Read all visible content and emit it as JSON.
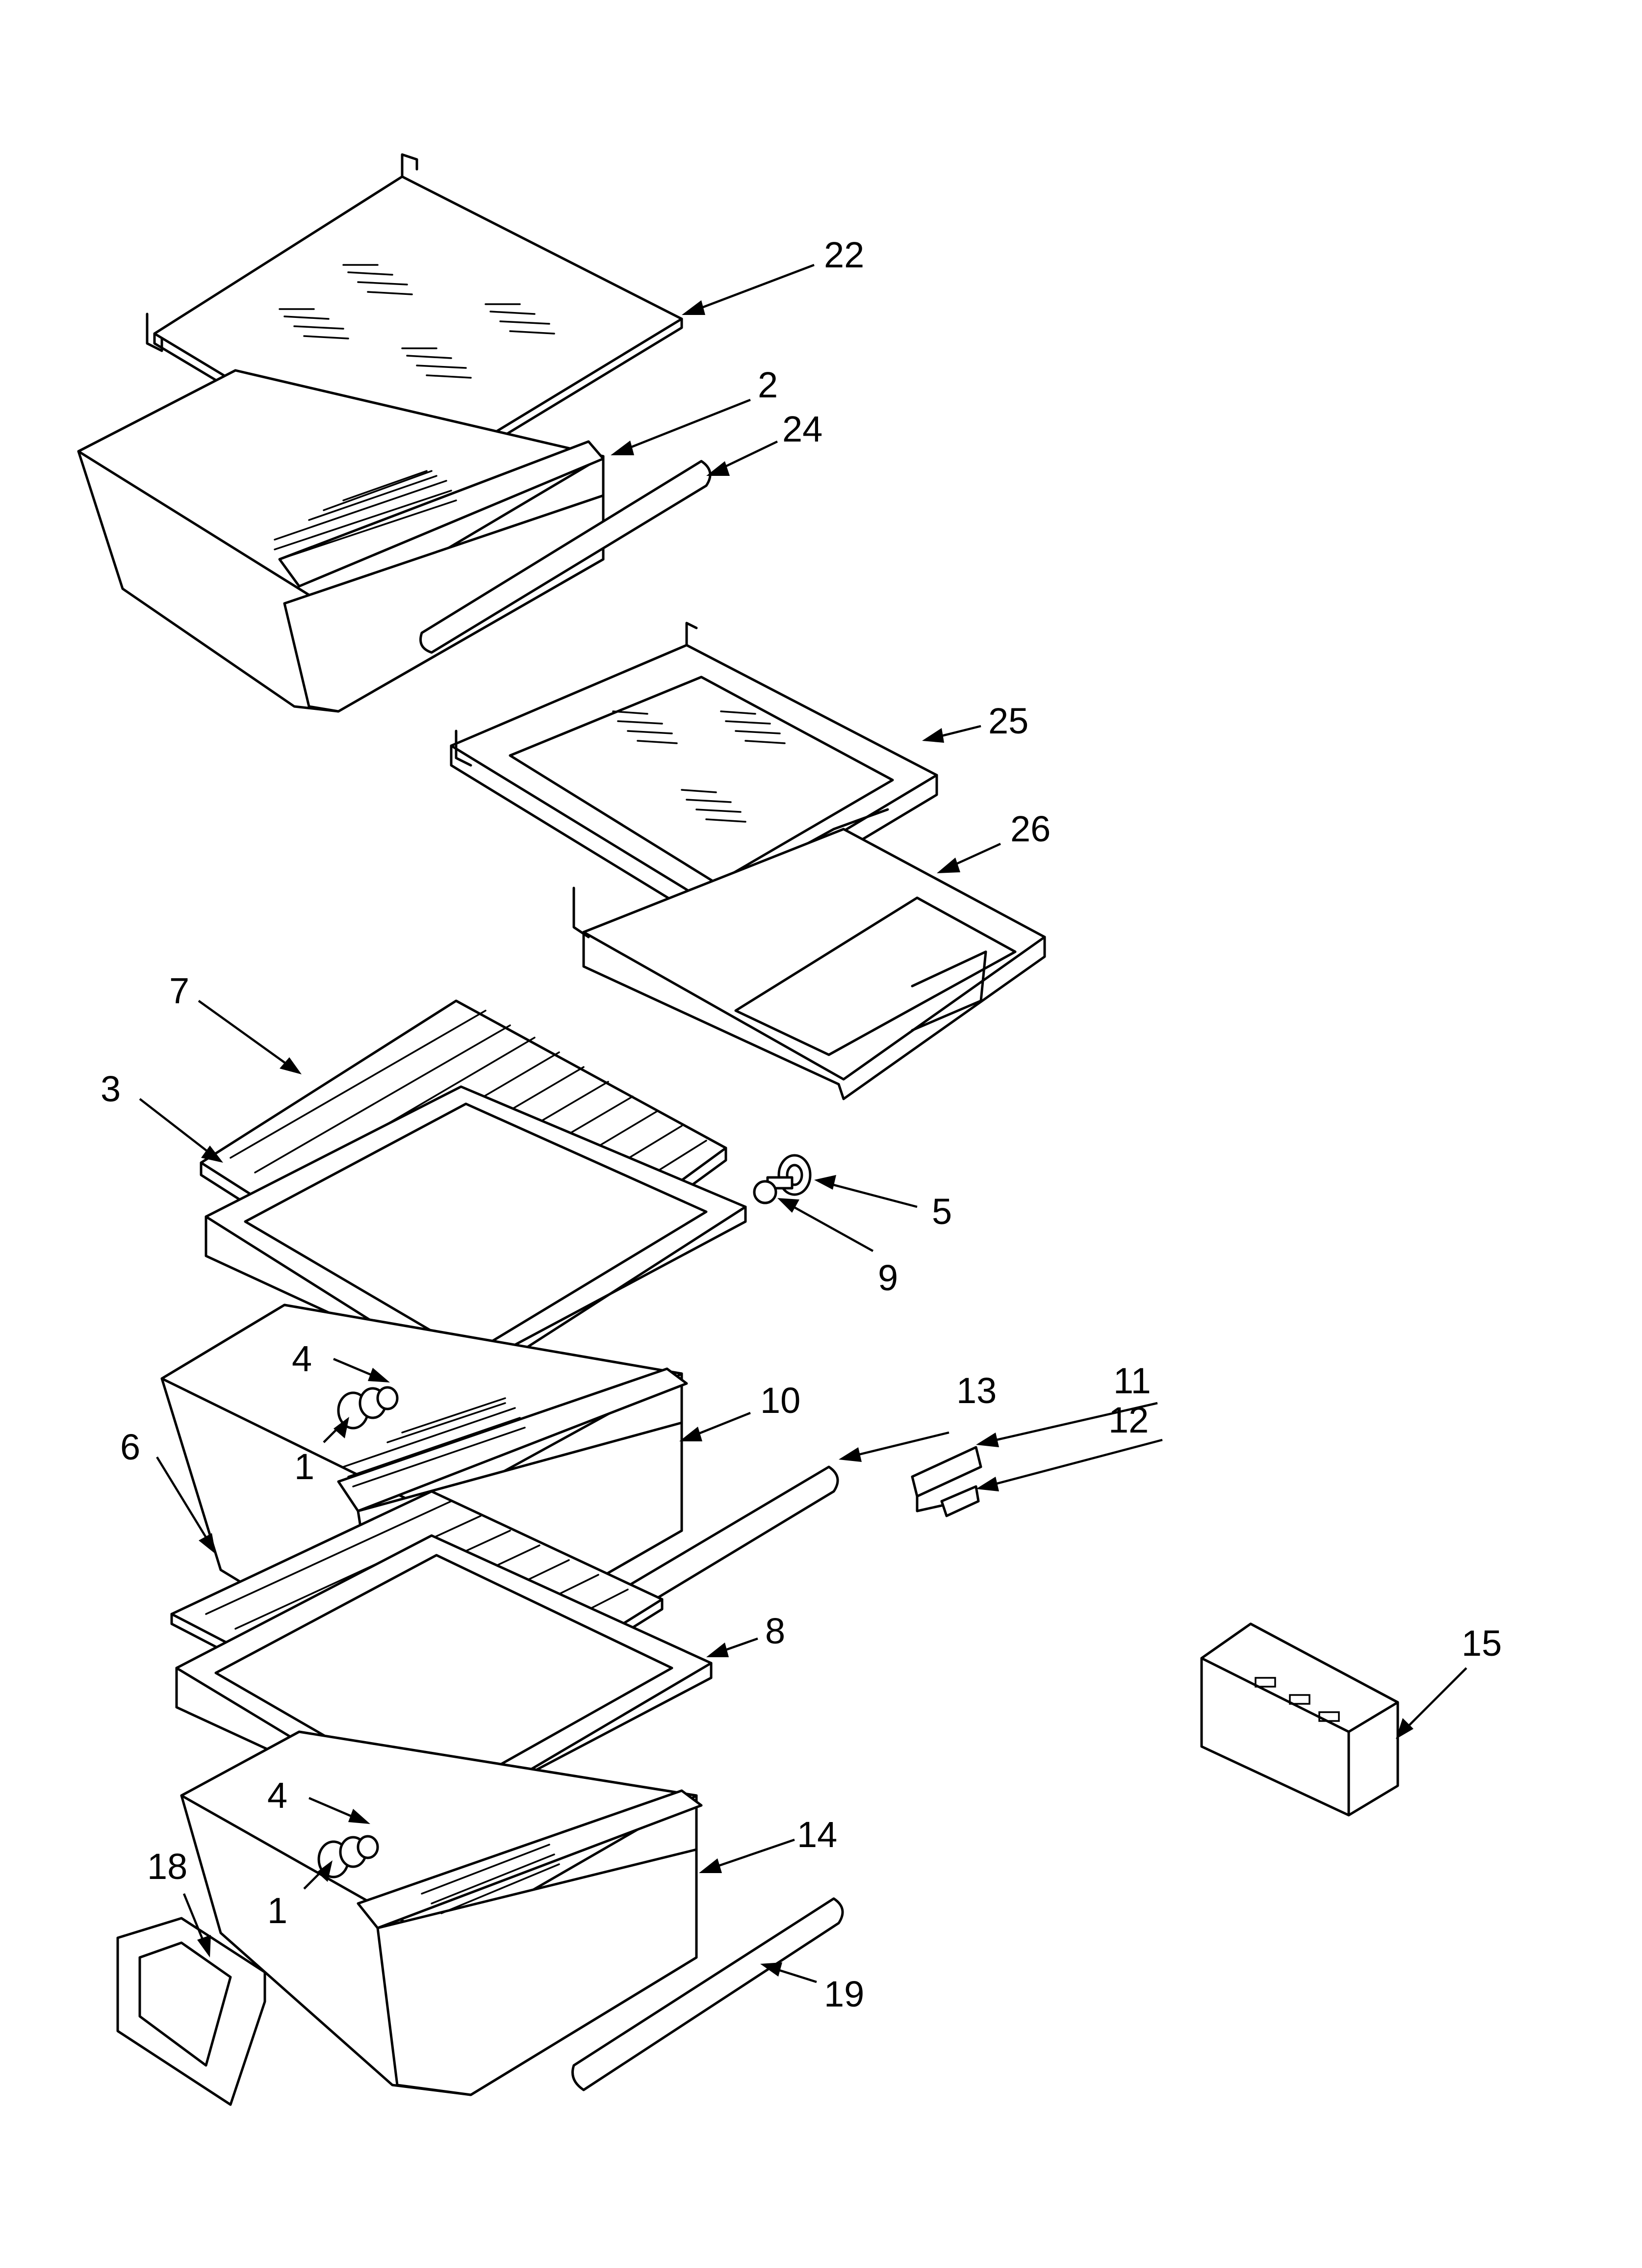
{
  "diagram": {
    "callouts": [
      {
        "id": "c22",
        "label": "22"
      },
      {
        "id": "c2",
        "label": "2"
      },
      {
        "id": "c24",
        "label": "24"
      },
      {
        "id": "c25",
        "label": "25"
      },
      {
        "id": "c26",
        "label": "26"
      },
      {
        "id": "c7",
        "label": "7"
      },
      {
        "id": "c3",
        "label": "3"
      },
      {
        "id": "c5",
        "label": "5"
      },
      {
        "id": "c9",
        "label": "9"
      },
      {
        "id": "c4a",
        "label": "4"
      },
      {
        "id": "c1a",
        "label": "1"
      },
      {
        "id": "c10",
        "label": "10"
      },
      {
        "id": "c13",
        "label": "13"
      },
      {
        "id": "c11",
        "label": "11"
      },
      {
        "id": "c12",
        "label": "12"
      },
      {
        "id": "c6",
        "label": "6"
      },
      {
        "id": "c8",
        "label": "8"
      },
      {
        "id": "c15",
        "label": "15"
      },
      {
        "id": "c4b",
        "label": "4"
      },
      {
        "id": "c14",
        "label": "14"
      },
      {
        "id": "c18",
        "label": "18"
      },
      {
        "id": "c1b",
        "label": "1"
      },
      {
        "id": "c19",
        "label": "19"
      }
    ]
  }
}
